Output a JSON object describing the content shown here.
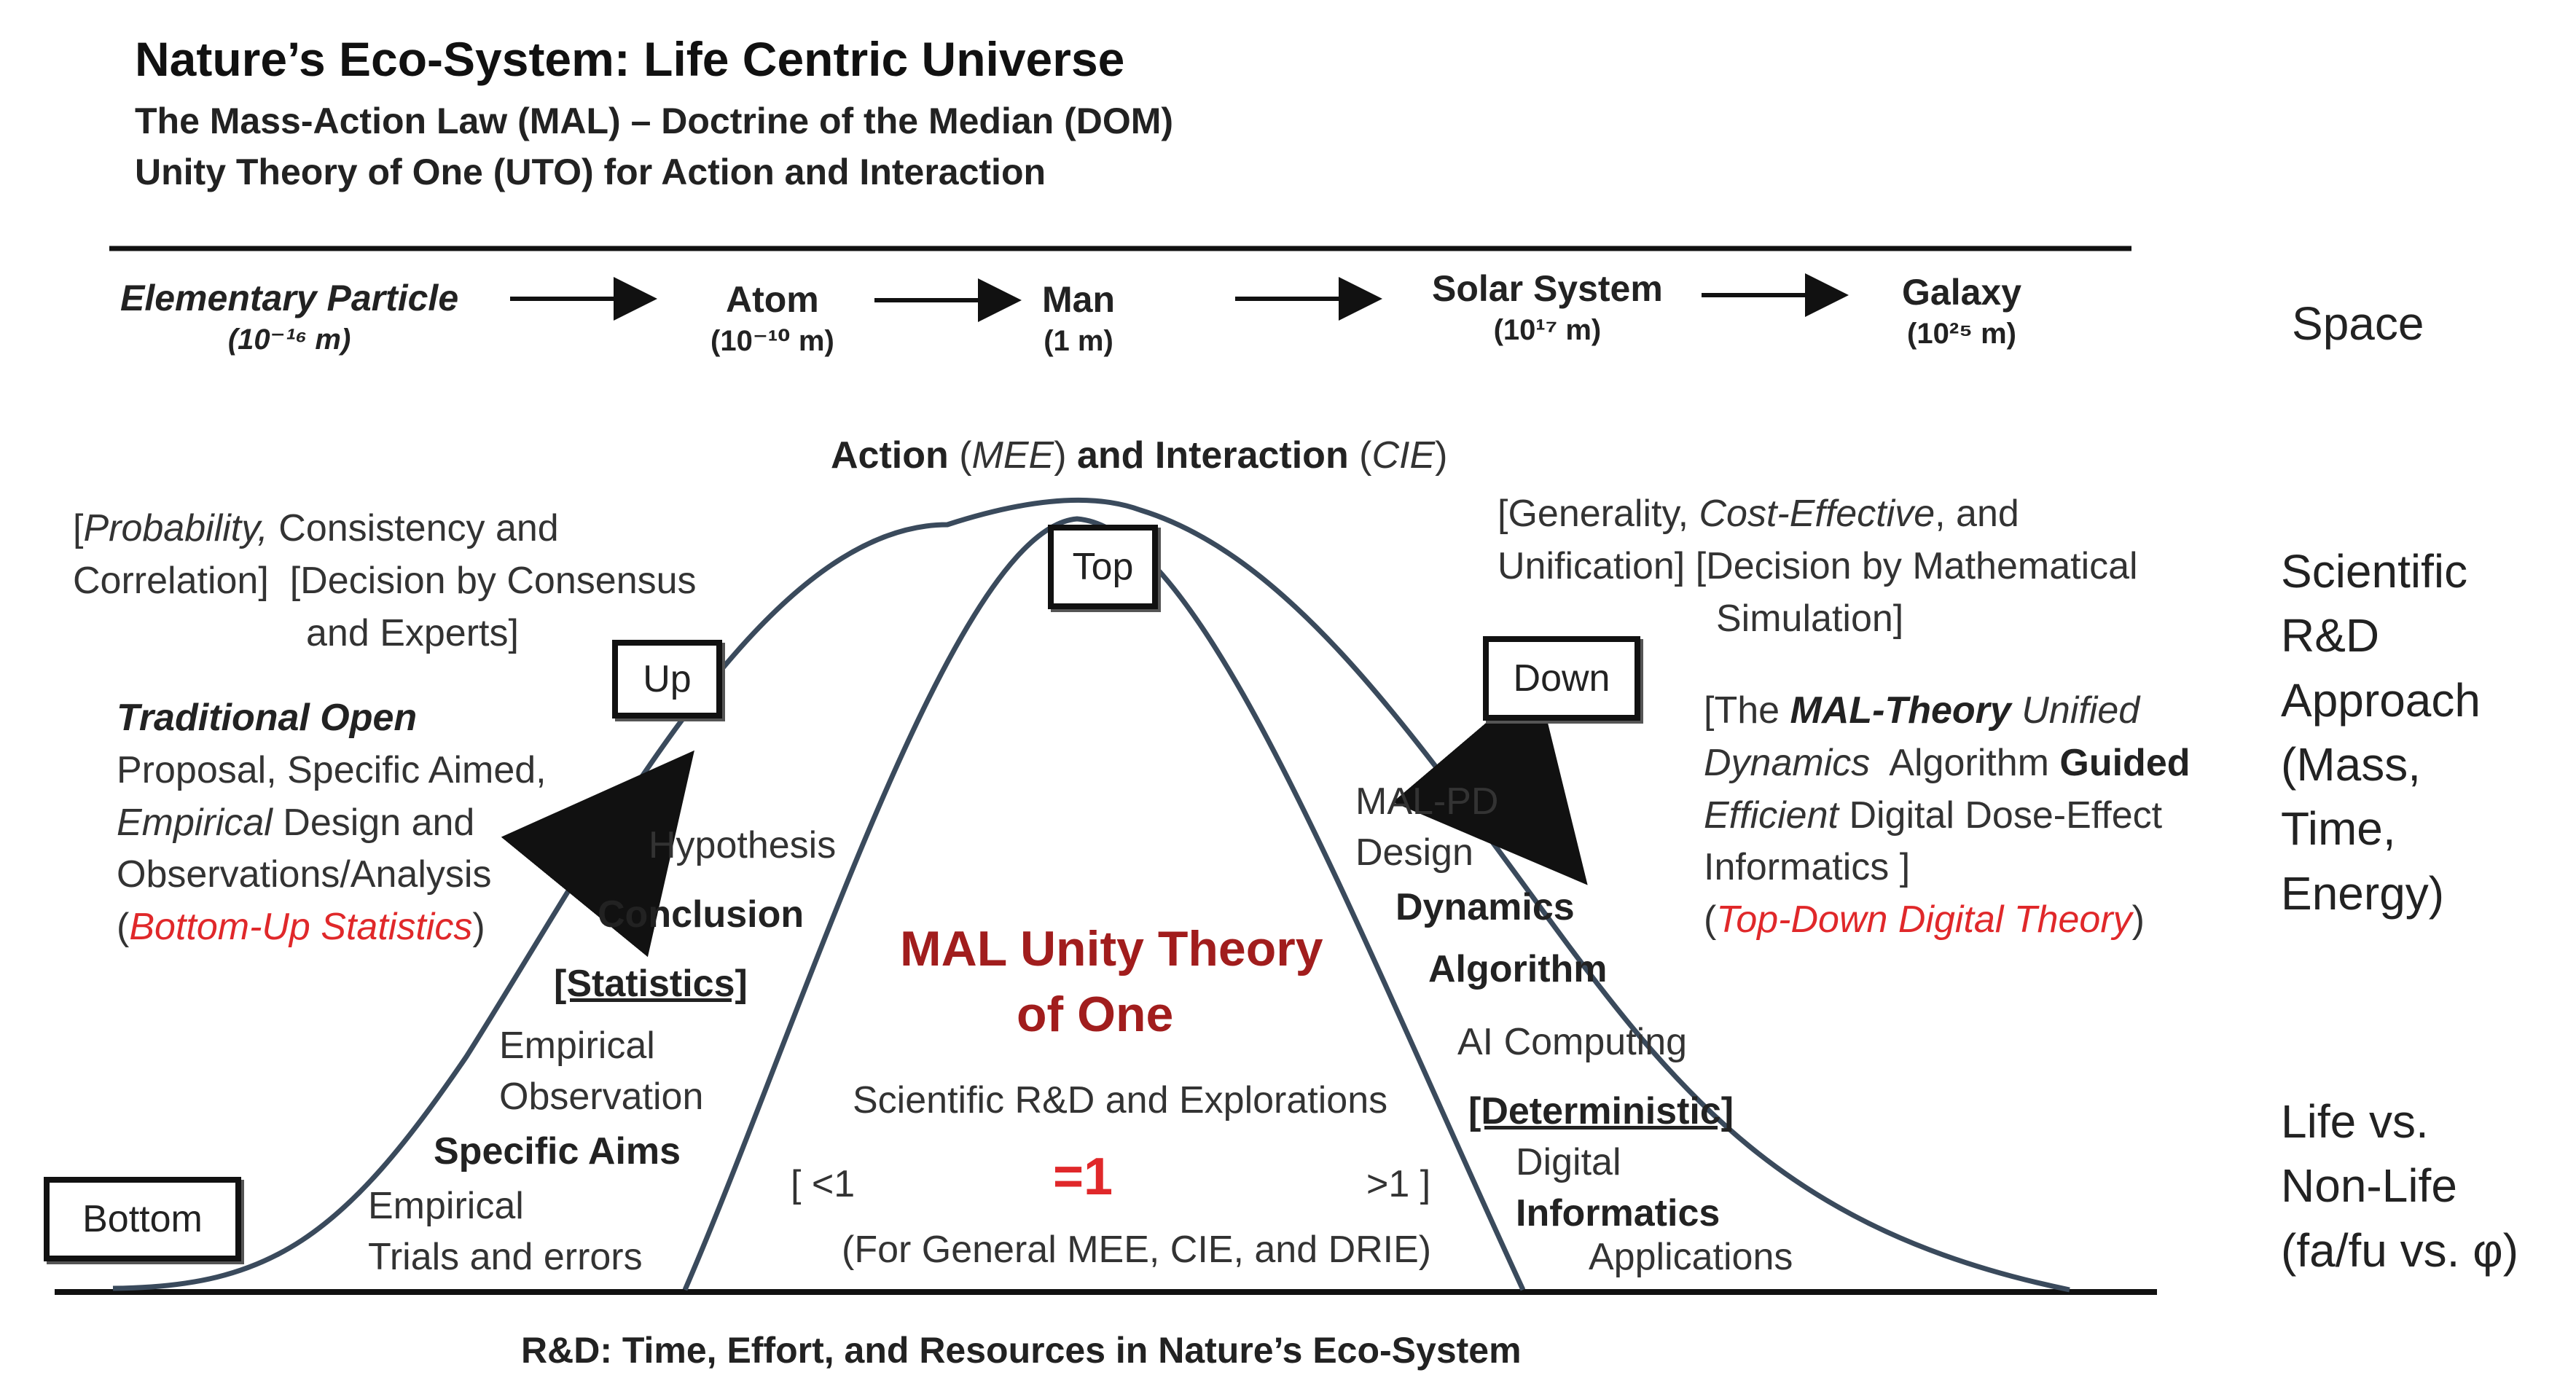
{
  "header": {
    "title": "Nature’s Eco-System: Life Centric Universe",
    "line1": "The Mass-Action Law (MAL) – Doctrine of the Median (DOM)",
    "line2": "Unity Theory of One (UTO) for Action and Interaction"
  },
  "scale": {
    "items": [
      {
        "name": "Elementary Particle",
        "size": "(10⁻¹⁶ m)"
      },
      {
        "name": "Atom",
        "size": "(10⁻¹⁰ m)"
      },
      {
        "name": "Man",
        "size": "(1 m)"
      },
      {
        "name": "Solar System",
        "size": "(10¹⁷ m)"
      },
      {
        "name": "Galaxy",
        "size": "(10²⁵ m)"
      }
    ]
  },
  "right_axis": {
    "space": "Space",
    "rd": [
      "Scientific",
      "R&D",
      "Approach",
      "(Mass,",
      "Time,",
      "Energy)"
    ],
    "life": [
      "Life vs.",
      "Non-Life",
      "(fa/fu vs. φ)"
    ]
  },
  "peak": {
    "action": "Action",
    "mee": "MEE",
    "and": "and",
    "interaction": "Interaction",
    "cie": "CIE"
  },
  "boxes": {
    "top": "Top",
    "up": "Up",
    "down": "Down",
    "bottom": "Bottom"
  },
  "left_notes": {
    "prob": "Probability,",
    "consistency": "Consistency and",
    "correlation": "Correlation]",
    "decision1": "[Decision by Consensus",
    "decision2": "and Experts]",
    "trad_open": "Traditional Open",
    "proposal": "Proposal, Specific Aimed,",
    "empirical": "Empirical",
    "design_and": "Design and",
    "observations": "Observations/Analysis",
    "bottom_up": "Bottom-Up Statistics"
  },
  "right_notes": {
    "generality": "[Generality,",
    "cost": "Cost-Effective",
    "and": ", and",
    "unification": "Unification]",
    "decision1": "[Decision by Mathematical",
    "decision2": "Simulation]",
    "the": "[The",
    "mal_theory": "MAL-Theory",
    "unified": "Unified",
    "dynamics": "Dynamics",
    "algorithm": "Algorithm",
    "guided": "Guided",
    "efficient": "Efficient",
    "digital_dose": "Digital Dose-Effect",
    "informatics": "Informatics ]",
    "top_down": "Top-Down Digital Theory"
  },
  "left_curve": {
    "hypothesis": "Hypothesis",
    "conclusion": "Conclusion",
    "statistics": "[Statistics]",
    "empirical": "Empirical",
    "observation": "Observation",
    "specific_aims": "Specific Aims",
    "empirical2": "Empirical",
    "trials": "Trials and errors"
  },
  "right_curve": {
    "mal_pd": "MAL-PD",
    "design": "Design",
    "dynamics": "Dynamics",
    "algorithm": "Algorithm",
    "ai": "AI Computing",
    "deterministic": "[Deterministic]",
    "digital": "Digital",
    "informatics": "Informatics",
    "applications": "Applications"
  },
  "center": {
    "title1": "MAL Unity Theory",
    "title2": "of One",
    "subtitle": "Scientific R&D and Explorations",
    "lt": "[ <1",
    "eq": "=1",
    "gt": ">1 ]",
    "general": "(For General MEE, CIE, and DRIE)"
  },
  "footer": "R&D: Time, Effort, and Resources in Nature’s Eco-System",
  "colors": {
    "curve": "#3a4a5c",
    "accent_red": "#e0282a",
    "title_red": "#a11d1d"
  }
}
